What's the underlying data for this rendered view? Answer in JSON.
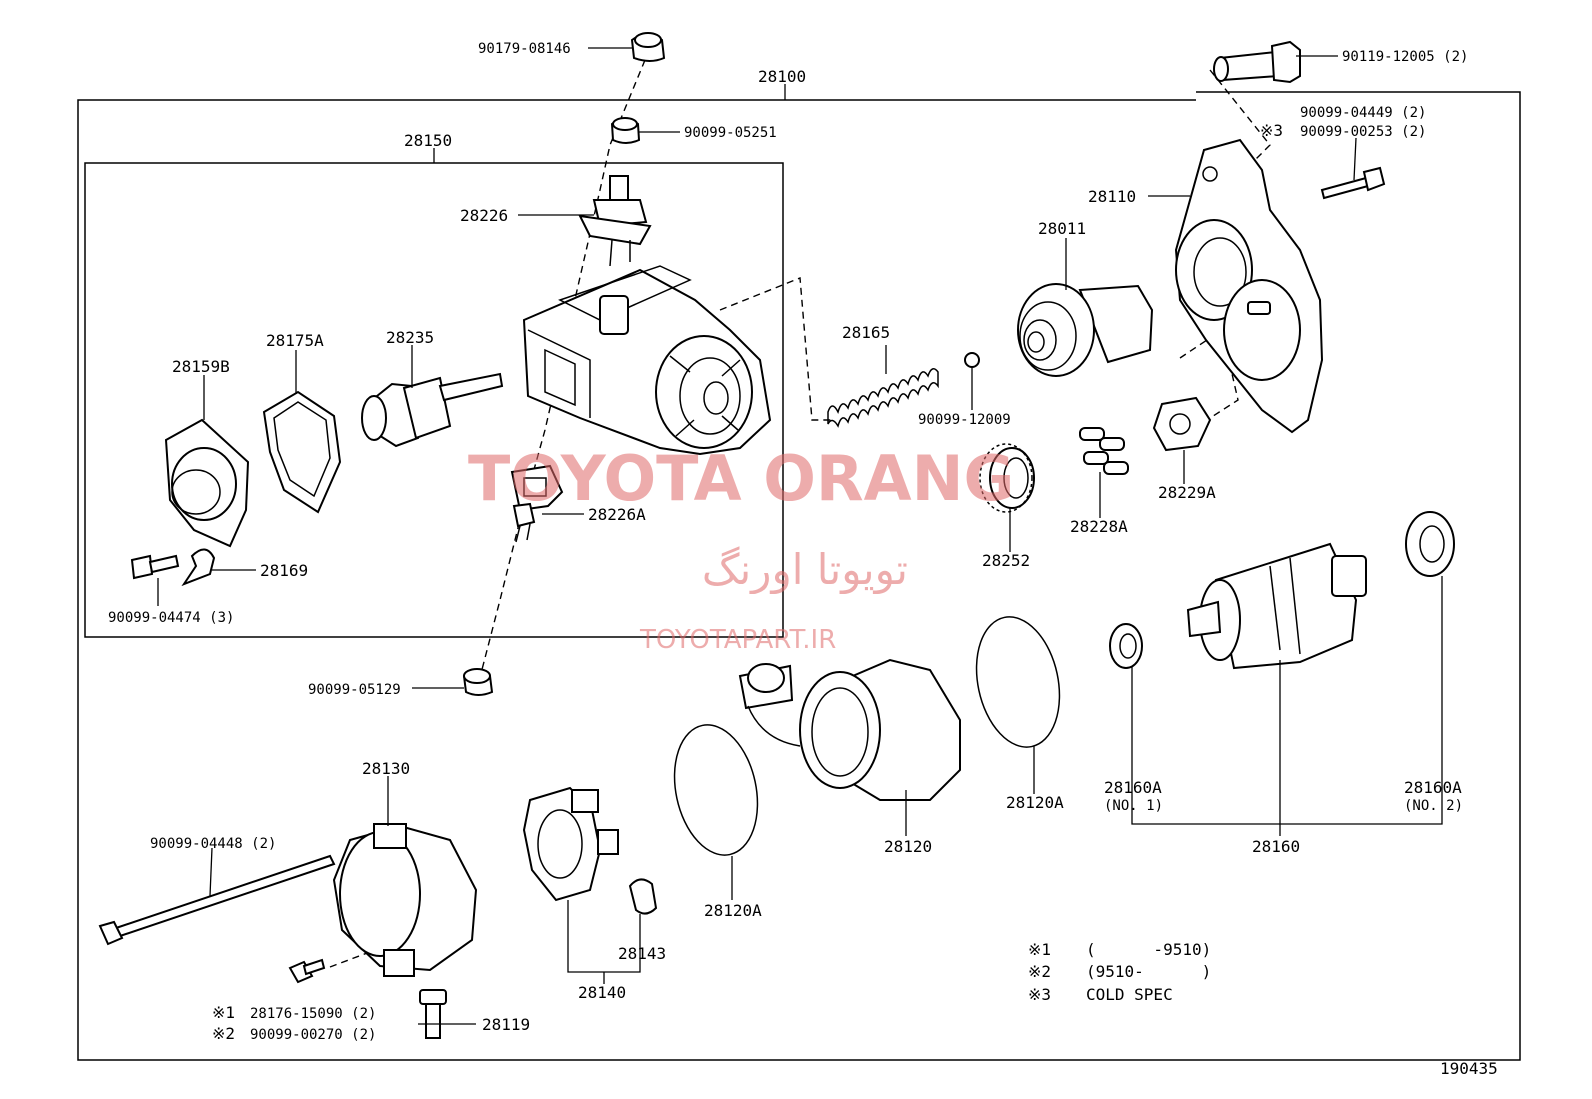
{
  "assembly": {
    "main": "28100",
    "sub": "28150",
    "drawing_no": "190435"
  },
  "parts": {
    "p90179_08146": "90179-08146",
    "p90099_05251": "90099-05251",
    "p90119_12005": "90119-12005 (2)",
    "p90099_04449": "90099-04449 (2)",
    "p90099_00253": "90099-00253 (2)",
    "p28110": "28110",
    "p28011": "28011",
    "p28226": "28226",
    "p28175A": "28175A",
    "p28235": "28235",
    "p28159B": "28159B",
    "p28165": "28165",
    "p90099_12009": "90099-12009",
    "p28226A": "28226A",
    "p28169": "28169",
    "p90099_04474": "90099-04474 (3)",
    "p28252": "28252",
    "p28228A": "28228A",
    "p28229A": "28229A",
    "p90099_05129": "90099-05129",
    "p28130": "28130",
    "p90099_04448": "90099-04448 (2)",
    "p28176_15090": "28176-15090 (2)",
    "p90099_00270": "90099-00270 (2)",
    "p28119": "28119",
    "p28140": "28140",
    "p28143": "28143",
    "p28120A_left": "28120A",
    "p28120": "28120",
    "p28120A_right": "28120A",
    "p28160A_1": "28160A",
    "p28160A_1_note": "(NO. 1)",
    "p28160A_2": "28160A",
    "p28160A_2_note": "(NO. 2)",
    "p28160": "28160"
  },
  "marks": {
    "m1": "※1",
    "m2": "※2",
    "m3": "※3"
  },
  "legend": [
    {
      "mark": "※1",
      "text": "(      -9510)"
    },
    {
      "mark": "※2",
      "text": "(9510-      )"
    },
    {
      "mark": "※3",
      "text": "COLD SPEC"
    }
  ],
  "watermark": {
    "latin": "TOYOTA ORANG",
    "persian": "تویوتا اورنگ",
    "url": "TOYOTAPART.IR"
  }
}
